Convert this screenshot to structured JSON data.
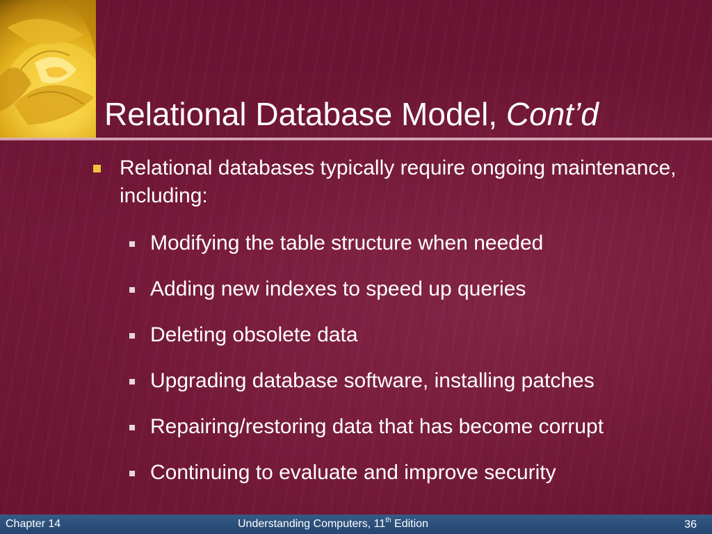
{
  "slide": {
    "title": "Relational Database Model, ",
    "title_emphasis": "Cont’d",
    "bullet": "Relational databases typically require ongoing maintenance, including:",
    "sub_bullets": [
      "Modifying the table structure when needed",
      "Adding new indexes to speed up queries",
      "Deleting obsolete data",
      "Upgrading database software, installing patches",
      "Repairing/restoring data that has become corrupt",
      "Continuing to evaluate and improve security"
    ]
  },
  "footer": {
    "chapter": "Chapter 14",
    "book_title": "Understanding Computers, 11",
    "edition_sup": "th",
    "edition_word": " Edition",
    "page_number": "36"
  },
  "colors": {
    "background": "#6e1433",
    "bullet_accent": "#f0c43a",
    "footer_bar": "#2e527e",
    "title_rule": "#d9a9ba"
  },
  "image": {
    "corner_art": "yellow-rose-image"
  }
}
